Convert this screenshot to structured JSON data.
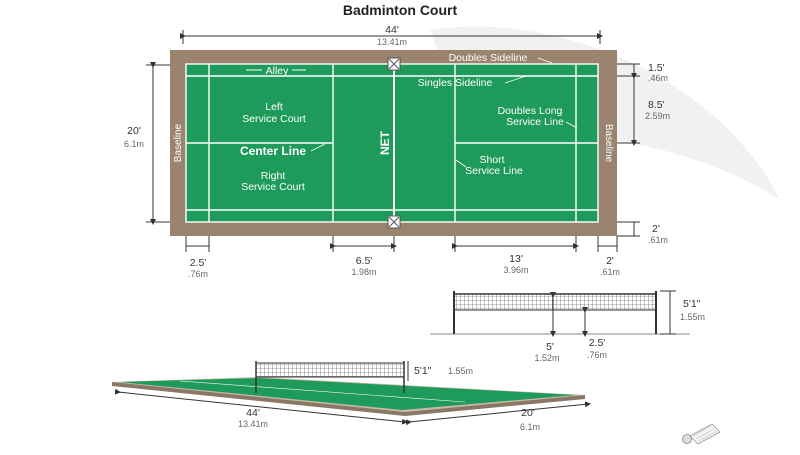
{
  "title": "Badminton Court",
  "labels": {
    "alley": "Alley",
    "doubles_sideline": "Doubles Sideline",
    "singles_sideline": "Singles Sideline",
    "left_service_court": [
      "Left",
      "Service Court"
    ],
    "right_service_court": [
      "Right",
      "Service Court"
    ],
    "center_line": "Center Line",
    "net": "NET",
    "doubles_long_service_line": [
      "Doubles Long",
      "Service Line"
    ],
    "short_service_line": [
      "Short",
      "Service Line"
    ],
    "baseline_left": "Baseline",
    "baseline_right": "Baseline"
  },
  "dimensions": {
    "length": {
      "ft": "44'",
      "m": "13.41m"
    },
    "width": {
      "ft": "20'",
      "m": "6.1m"
    },
    "alley_width": {
      "ft": "1.5'",
      "m": ".46m"
    },
    "service_depth": {
      "ft": "8.5'",
      "m": "2.59m"
    },
    "back_alley_right": {
      "ft": "2'",
      "m": ".61m"
    },
    "back_alley_left": {
      "ft": "2.5'",
      "m": ".76m"
    },
    "net_to_short": {
      "ft": "6.5'",
      "m": "1.98m"
    },
    "short_to_long": {
      "ft": "13'",
      "m": "3.96m"
    },
    "back_bottom_right": {
      "ft": "2'",
      "m": ".61m"
    }
  },
  "net_side": {
    "post_height": {
      "ft": "5'1\"",
      "m": "1.55m"
    },
    "center_height": {
      "ft": "5'",
      "m": "1.52m"
    },
    "net_depth": {
      "ft": "2.5'",
      "m": ".76m"
    }
  },
  "perspective": {
    "net_height": {
      "ft": "5'1\"",
      "m": "1.55m"
    },
    "length": {
      "ft": "44'",
      "m": "13.41m"
    },
    "width": {
      "ft": "20'",
      "m": "6.1m"
    }
  },
  "colors": {
    "court": "#1e9a5a",
    "border": "#9a8470",
    "lines": "#ffffff"
  },
  "icons": [
    "shuttlecock-icon"
  ]
}
